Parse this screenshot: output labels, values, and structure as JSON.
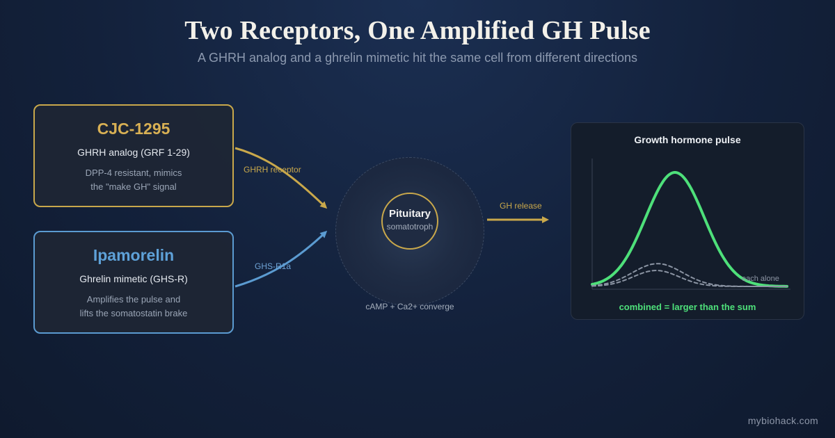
{
  "header": {
    "title": "Two Receptors, One Amplified GH Pulse",
    "subtitle": "A GHRH analog and a ghrelin mimetic hit the same cell from different directions"
  },
  "compounds": [
    {
      "name": "CJC-1295",
      "role": "GHRH analog (GRF 1-29)",
      "desc_line1": "DPP-4 resistant, mimics",
      "desc_line2": "the \"make GH\" signal",
      "color": "#c9a84b"
    },
    {
      "name": "Ipamorelin",
      "role": "Ghrelin mimetic (GHS-R)",
      "desc_line1": "Amplifies the pulse and",
      "desc_line2": "lifts the somatostatin brake",
      "color": "#5b9bd1"
    }
  ],
  "links": {
    "ghrh_label": "GHRH receptor",
    "ghs_label": "GHS-R1a",
    "release_label": "GH release"
  },
  "cell": {
    "name": "Pituitary",
    "type": "somatotroph",
    "note": "cAMP + Ca2+ converge"
  },
  "chart_data": {
    "type": "line",
    "title": "Growth hormone pulse",
    "series": [
      {
        "role": "combined",
        "style": "solid",
        "color": "#4ee07a",
        "peak": 1.0
      },
      {
        "role": "alone-a",
        "style": "dashed",
        "color": "#8b94a3",
        "peak": 0.2
      },
      {
        "role": "alone-b",
        "style": "dashed",
        "color": "#8b94a3",
        "peak": 0.14
      }
    ],
    "alone_label": "each alone",
    "combined_label": "combined = larger than the sum"
  },
  "brand": "mybiohack.com"
}
